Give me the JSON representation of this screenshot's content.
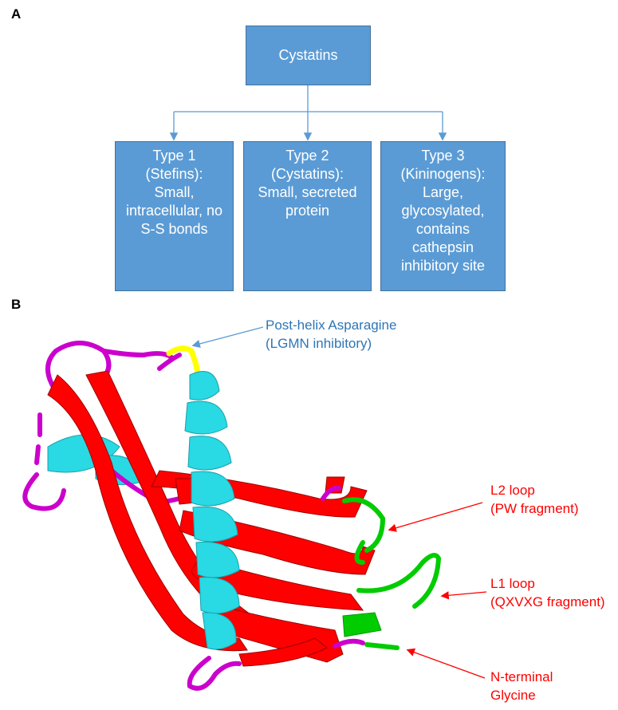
{
  "panels": {
    "a": "A",
    "b": "B"
  },
  "hierarchy": {
    "root": "Cystatins",
    "children": [
      {
        "label": "Type 1\n(Stefins):\nSmall,\nintracellular, no\nS-S bonds"
      },
      {
        "label": "Type 2\n(Cystatins):\nSmall, secreted\nprotein"
      },
      {
        "label": "Type 3\n(Kininogens):\nLarge,\nglycosylated,\ncontains\ncathepsin\ninhibitory site"
      }
    ]
  },
  "structure_annotations": [
    {
      "text": "Post-helix Asparagine\n(LGMN inhibitory)",
      "color": "#2e75b6"
    },
    {
      "text": "L2 loop\n(PW fragment)",
      "color": "#ff0000"
    },
    {
      "text": "L1 loop\n(QXVXG fragment)",
      "color": "#ff0000"
    },
    {
      "text": "N-terminal\nGlycine",
      "color": "#ff0000"
    }
  ],
  "colors": {
    "box_fill": "#5b9bd5",
    "connector": "#5b9bd5",
    "helix": "#29d9e3",
    "strand": "#ff0000",
    "loop": "#cc00cc",
    "highlight_loop": "#00cc00",
    "asparagine": "#ffff00"
  }
}
